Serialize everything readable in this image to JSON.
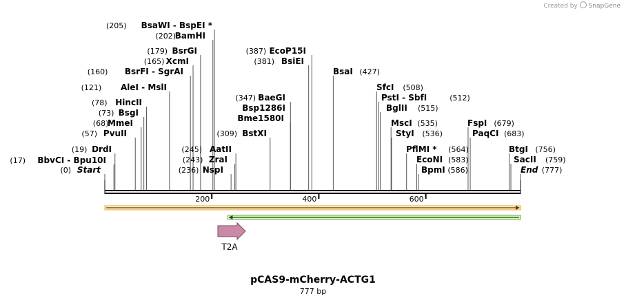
{
  "credit": {
    "prefix": "Created by",
    "brand": "SnapGene"
  },
  "plasmid": {
    "name": "pCAS9-mCherry-ACTG1",
    "length_label": "777 bp",
    "length": 777
  },
  "ruler": {
    "ticks": [
      200,
      400,
      600
    ]
  },
  "sites": [
    {
      "label": "Start",
      "pos_label": "(0)",
      "pos": 0,
      "italic": true,
      "right": false
    },
    {
      "label": "BbvCI  - Bpu10I",
      "pos_label": "(17)",
      "pos": 17,
      "right": false
    },
    {
      "label": "DrdI",
      "pos_label": "(19)",
      "pos": 19,
      "right": false
    },
    {
      "label": "PvuII",
      "pos_label": "(57)",
      "pos": 57,
      "right": false
    },
    {
      "label": "MmeI",
      "pos_label": "(68)",
      "pos": 68,
      "right": false
    },
    {
      "label": "BsgI",
      "pos_label": "(73)",
      "pos": 73,
      "right": false
    },
    {
      "label": "HincII",
      "pos_label": "(78)",
      "pos": 78,
      "right": false
    },
    {
      "label": "AleI  - MslI",
      "pos_label": "(121)",
      "pos": 121,
      "right": false
    },
    {
      "label": "BsrFI  - SgrAI",
      "pos_label": "(160)",
      "pos": 160,
      "right": false
    },
    {
      "label": "XcmI",
      "pos_label": "(165)",
      "pos": 165,
      "right": false
    },
    {
      "label": "BsrGI",
      "pos_label": "(179)",
      "pos": 179,
      "right": false
    },
    {
      "label": "BamHI",
      "pos_label": "(202)",
      "pos": 202,
      "right": false
    },
    {
      "label": "BsaWI  - BspEI *",
      "pos_label": "(205)",
      "pos": 205,
      "right": false
    },
    {
      "label": "NspI",
      "pos_label": "(236)",
      "pos": 236,
      "right": false
    },
    {
      "label": "ZraI",
      "pos_label": "(243)",
      "pos": 243,
      "right": false
    },
    {
      "label": "AatII",
      "pos_label": "(245)",
      "pos": 245,
      "right": false
    },
    {
      "label": "BstXI",
      "pos_label": "(309)",
      "pos": 309,
      "right": false
    },
    {
      "label": "Bme1580I",
      "pos_label": "",
      "pos": 347,
      "right": false
    },
    {
      "label": "Bsp1286I",
      "pos_label": "",
      "pos": 347,
      "right": false
    },
    {
      "label": "BaeGI",
      "pos_label": "(347)",
      "pos": 347,
      "right": false
    },
    {
      "label": "BsiEI",
      "pos_label": "(381)",
      "pos": 381,
      "right": false
    },
    {
      "label": "EcoP15I",
      "pos_label": "(387)",
      "pos": 387,
      "right": false
    },
    {
      "label": "BsaI",
      "pos_label": "(427)",
      "pos": 427,
      "right": true
    },
    {
      "label": "SfcI",
      "pos_label": "(508)",
      "pos": 508,
      "right": true
    },
    {
      "label": "PstI  - SbfI",
      "pos_label": "(512)",
      "pos": 512,
      "right": true
    },
    {
      "label": "BglII",
      "pos_label": "(515)",
      "pos": 515,
      "right": true
    },
    {
      "label": "MscI",
      "pos_label": "(535)",
      "pos": 535,
      "right": true
    },
    {
      "label": "StyI",
      "pos_label": "(536)",
      "pos": 536,
      "right": true
    },
    {
      "label": "PflMI *",
      "pos_label": "(564)",
      "pos": 564,
      "right": true
    },
    {
      "label": "EcoNI",
      "pos_label": "(583)",
      "pos": 583,
      "right": true
    },
    {
      "label": "BpmI",
      "pos_label": "(586)",
      "pos": 586,
      "right": true
    },
    {
      "label": "FspI",
      "pos_label": "(679)",
      "pos": 679,
      "right": true
    },
    {
      "label": "PaqCI",
      "pos_label": "(683)",
      "pos": 683,
      "right": true
    },
    {
      "label": "BtgI",
      "pos_label": "(756)",
      "pos": 756,
      "right": true
    },
    {
      "label": "SacII",
      "pos_label": "(759)",
      "pos": 759,
      "right": true
    },
    {
      "label": "End",
      "pos_label": "(777)",
      "pos": 777,
      "italic": true,
      "right": true
    }
  ],
  "features": [
    {
      "name": "orange-forward-feature",
      "start": 0,
      "end": 777,
      "direction": "forward",
      "color": "#f5a623",
      "fill": "#fdeccc"
    },
    {
      "name": "green-reverse-feature",
      "start": 230,
      "end": 777,
      "direction": "reverse",
      "color": "#6ab04c",
      "fill": "#d8f5c2"
    }
  ],
  "t2a": {
    "label": "T2A",
    "start": 210,
    "end": 262,
    "color": "#c98aa8",
    "stroke": "#7a4a60"
  },
  "colors": {
    "backbone": "#000000",
    "leader": "#555555"
  }
}
